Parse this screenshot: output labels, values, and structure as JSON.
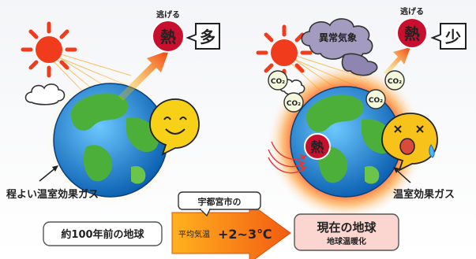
{
  "left": {
    "escape_label": "逃げる",
    "heat_label": "熱",
    "amount_label": "多",
    "gas_label": "程よい温室効果ガス"
  },
  "right": {
    "escape_label": "逃げる",
    "heat_label": "熱",
    "amount_label": "少",
    "weather_label": "異常気象",
    "co2_label": "CO₂",
    "inner_heat_label": "熱",
    "gas_label": "温室効果ガス"
  },
  "bottom": {
    "past_label": "約100年前の地球",
    "city_label": "宇都宮市の",
    "avg_temp_label": "平均気温",
    "increase_value": "+2~3℃",
    "present_title": "現在の地球",
    "present_subtitle": "地球温暖化"
  },
  "colors": {
    "sun": "#f03c1c",
    "heat_ball": "#c8102e",
    "ocean": "#2196e0",
    "land": "#4caf3a",
    "arrow_orange": "#f3741b",
    "smiley_yellow": "#f7d117",
    "present_box": "#fbd5cf",
    "present_text": "#e2192c"
  }
}
